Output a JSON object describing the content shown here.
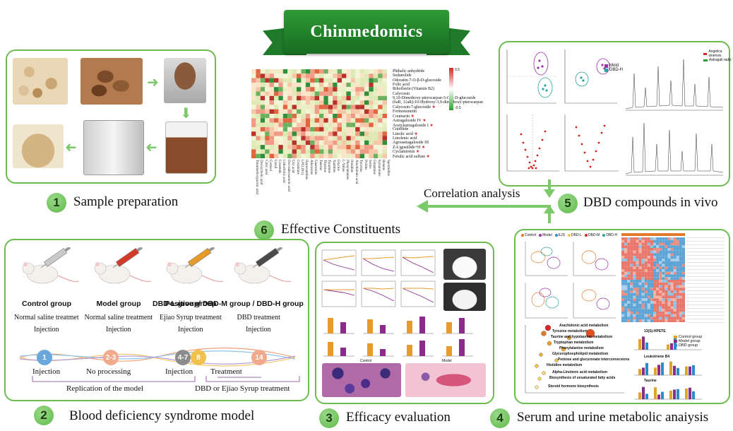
{
  "banner": {
    "title": "Chinmedomics"
  },
  "sections": {
    "s1": {
      "number": "1",
      "label": "Sample preparation"
    },
    "s2": {
      "number": "2",
      "label": "Blood deficiency syndrome model"
    },
    "s3": {
      "number": "3",
      "label": "Efficacy evaluation"
    },
    "s4": {
      "number": "4",
      "label": "Serum and urine metabolic anaiysis"
    },
    "s5": {
      "number": "5",
      "label": "DBD compounds in vivo"
    },
    "s6": {
      "number": "6",
      "label": "Effective Constituents"
    }
  },
  "correlation_label": "Correlation analysis",
  "heatmap": {
    "rows": [
      "Phthalic anhydride",
      "Sedanolide",
      "Odoratin-7-O-β-D-glucoside",
      "Folic acid",
      "Riboflavin (Vitamin B2)",
      "Calycosin",
      "9,10-Dimethoxy-pterocarpan-3-O-β-D-glucoside",
      "(6aR, 11aR)-10-Hydroxy-3,9-dimethoxy-pterocarpan",
      "Calycosin-7-glucoside",
      "Formononetin",
      "Coumarin",
      "Astragaloside IV",
      "Acetylastragaloside I",
      "Cnidilide",
      "Linolic acid",
      "Linolenic acid",
      "Agroastragaloside III",
      "Z-Ligustilide+H",
      "Cyclamiretin",
      "Ferulic acid sulfate"
    ],
    "starred": [
      8,
      10,
      11,
      12,
      14,
      17,
      18,
      19
    ],
    "columns": [
      "Tetramethoxyacetic acid",
      "Deoxycholic acid",
      "Citric acid",
      "Cortisol",
      "Uracil",
      "Ceramide",
      "Lithocholic acid",
      "Docosahexaenoic acid",
      "Uric acid",
      "Creatinine",
      "LPC(18:1)",
      "Hypoxanthine",
      "Adenosine",
      "Guanosine",
      "Taurine",
      "Thymine",
      "Tyramine",
      "Xanthine",
      "Glycine",
      "L-Valine",
      "Phenylalanine",
      "Histidine",
      "Arachidonic acid",
      "Tyrosine",
      "Proline",
      "Serine",
      "Glutamine",
      "Kynurenine",
      "Betaine",
      "Spermidine"
    ],
    "legend_max": "0.5",
    "legend_min": "-0.5"
  },
  "model": {
    "groups": [
      {
        "name": "Control group",
        "line1": "Normal saline treatmet",
        "line2": "Injection",
        "syringe_color": "#c9c9c9"
      },
      {
        "name": "Model group",
        "line1": "Normal saline treatment",
        "line2": "Injection",
        "syringe_color": "#d23b2a"
      },
      {
        "name": "Positive group",
        "line1": "Ejiao Syrup treatment",
        "line2": "Injection",
        "syringe_color": "#e59a2a"
      },
      {
        "name": "DBD-L group/ DBD-M group / DBD-H group",
        "line1": "DBD treatment",
        "line2": "Injection",
        "syringe_color": "#4a4a4a"
      }
    ],
    "timeline": {
      "points": [
        {
          "label": "1",
          "color": "#6aa7dc"
        },
        {
          "label": "2-3",
          "color": "#f0a98a"
        },
        {
          "label": "4-7",
          "color": "#8c8c8c"
        },
        {
          "label": "8",
          "color": "#f2c14b"
        },
        {
          "label": "14",
          "color": "#f0a98a"
        }
      ],
      "labels": {
        "injection1": "Injection",
        "no_processing": "No processing",
        "injection2": "Injection",
        "treatment": "Treatment"
      },
      "brackets": {
        "replication": "Replication of the model",
        "dbd": "DBD or Ejiao Syrup treatment"
      }
    }
  },
  "dbd_panel": {
    "legend": [
      "Mold",
      "DBD-H"
    ],
    "legend_colors": [
      "#9b2fa8",
      "#27a3a3"
    ],
    "side_legend": [
      "Angelica sinensis",
      "Astragali radix"
    ]
  },
  "metabolic": {
    "score_legend": [
      "Control",
      "Model",
      "EJS",
      "DBD-L",
      "DBD-M",
      "DBD-H"
    ],
    "pathways": [
      "Arachidonic acid metabolism",
      "Tyrosine metabolism",
      "Taurine and hypotaurine metabolism",
      "Tryptophan metabolism",
      "Phenylalanine metabolism",
      "Glycerophospholipid metabolism",
      "Pentose and glucuronate interconversions",
      "Histidine metabolism",
      "Alpha-Linolenic acid metabolism",
      "Biosynthesis of unsaturated fatty acids",
      "Steroid hormone biosynthesis"
    ],
    "bar_titles": [
      "13(S)-HPETE",
      "Leukotriene B4",
      "Taurine"
    ],
    "bar_legend": [
      "Control group",
      "Model group",
      "DBD group"
    ],
    "bar_colors": [
      "#e0a32b",
      "#8b2c8c",
      "#2c8bc9"
    ]
  },
  "efficacy": {
    "panel_titles": [
      "Control",
      "Model"
    ],
    "legend_control": "Control",
    "legend_model": "Model"
  }
}
